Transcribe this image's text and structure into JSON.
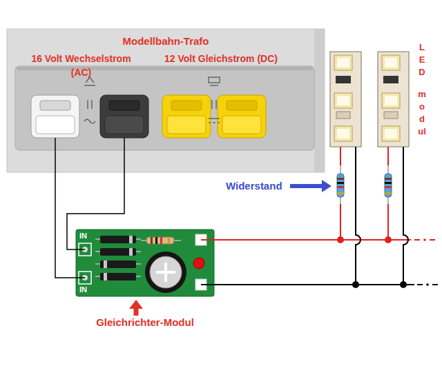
{
  "diagram": {
    "nodes": [
      {
        "text": [
          "Modellbahn-Trafo",
          "16 Volt Wechselstrom (AC)",
          "12 Volt Gleichstrom (DC)"
        ]
      },
      {
        "text": [
          "IN",
          "IN"
        ]
      }
    ],
    "edges": [
      {
        "from": 0,
        "to": 1,
        "arrow": "none"
      },
      {
        "from": 0,
        "to": 1,
        "arrow": "none"
      }
    ],
    "labels": [
      "Widerstand",
      "Gleichrichter-Modul",
      "LED",
      "modul"
    ]
  }
}
